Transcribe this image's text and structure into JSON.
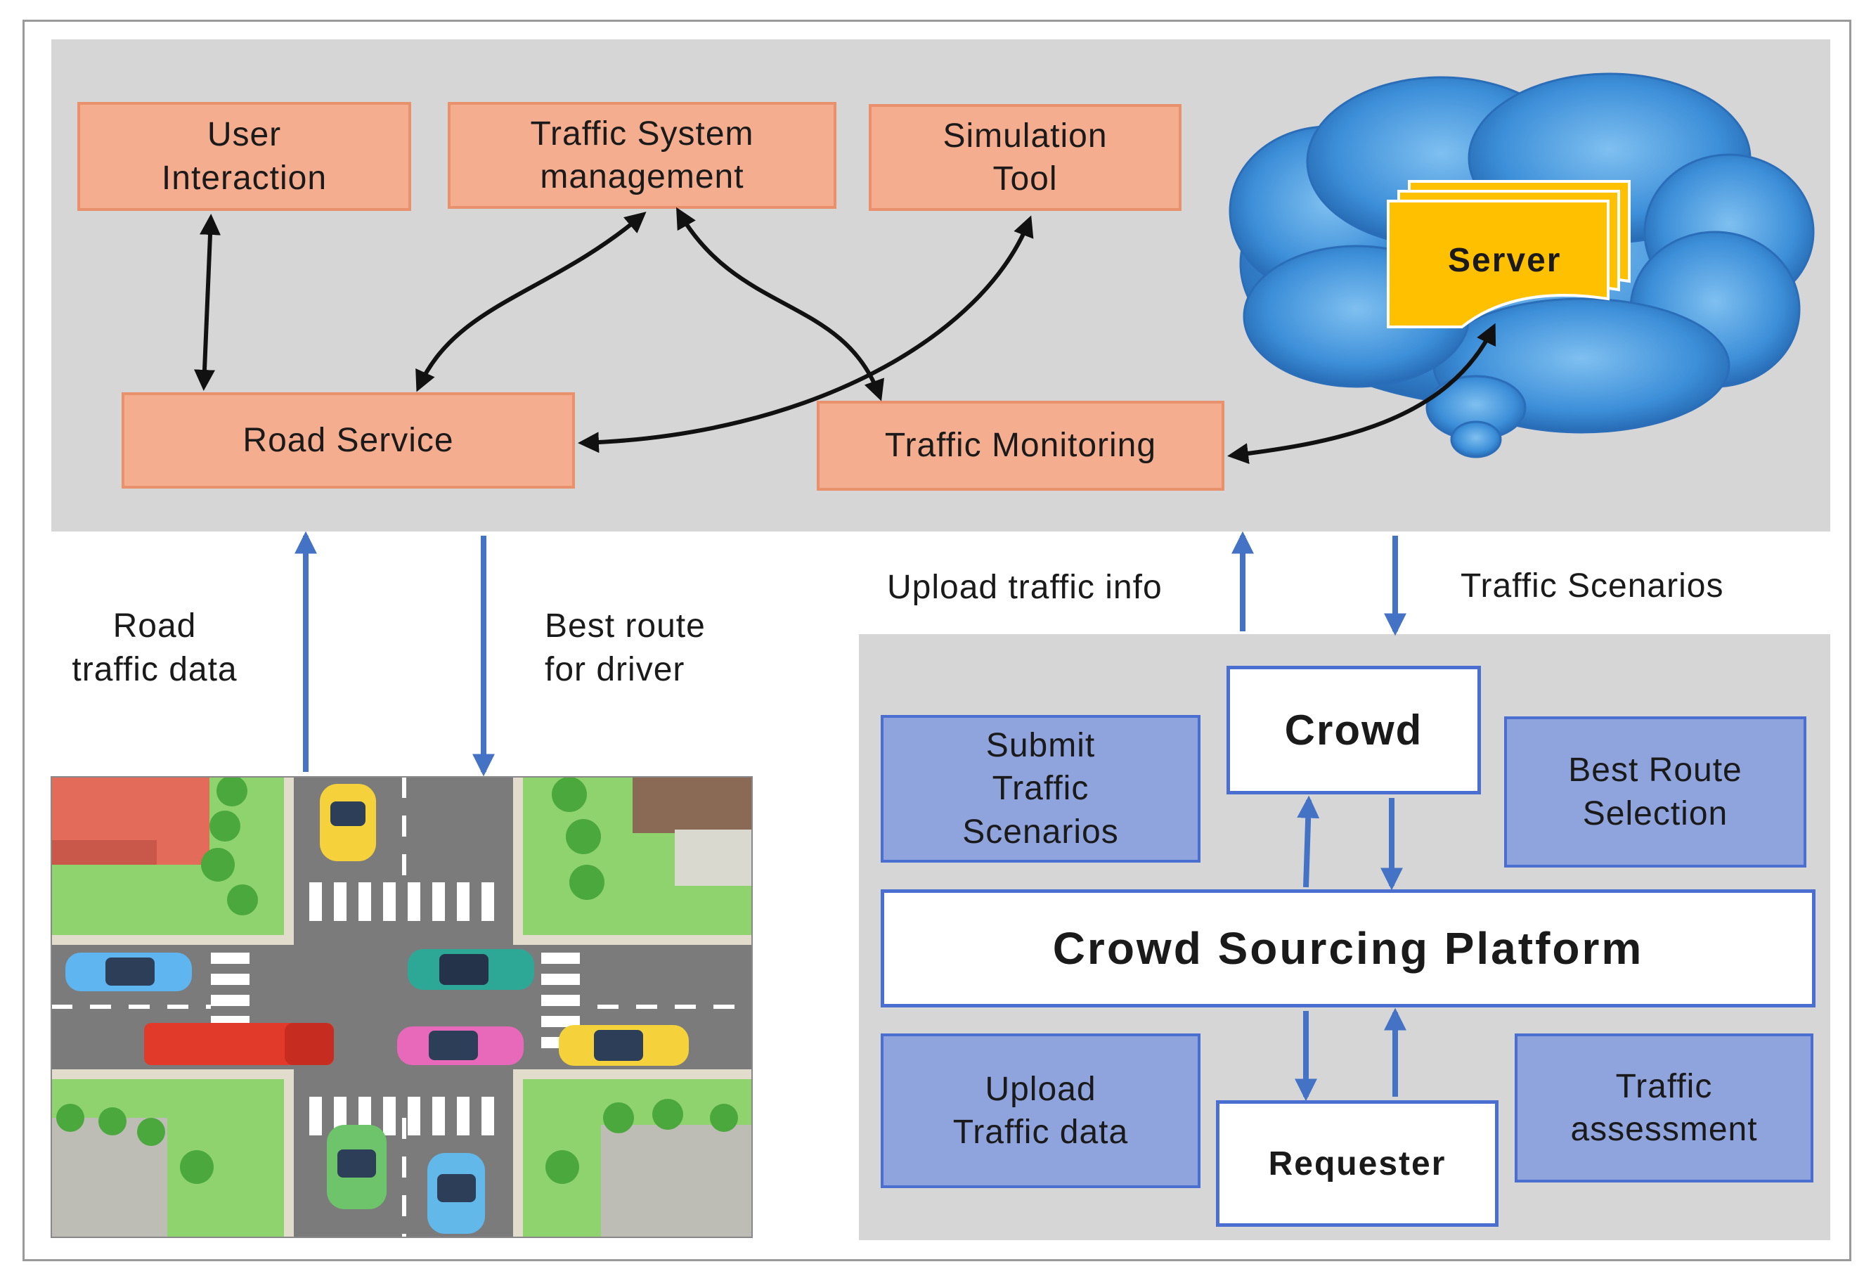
{
  "top_modules": {
    "user_interaction": "User\nInteraction",
    "traffic_system_management": "Traffic System\nmanagement",
    "simulation_tool": "Simulation\nTool",
    "road_service": "Road Service",
    "traffic_monitoring": "Traffic Monitoring",
    "server": "Server"
  },
  "flow_labels": {
    "road_traffic_data": "Road\ntraffic data",
    "best_route_for_driver": "Best route\nfor driver",
    "upload_traffic_info": "Upload traffic info",
    "traffic_scenarios": "Traffic Scenarios"
  },
  "crowd_panel": {
    "submit_traffic_scenarios": "Submit\nTraffic\nScenarios",
    "crowd": "Crowd",
    "best_route_selection": "Best Route\nSelection",
    "platform": "Crowd Sourcing Platform",
    "upload_traffic_data": "Upload\nTraffic data",
    "requester": "Requester",
    "traffic_assessment": "Traffic\nassessment"
  },
  "colors": {
    "panel_gray": "#d6d6d6",
    "module_orange": "#f5ad8f",
    "module_border": "#e8916c",
    "crowd_blue": "#8fa3dc",
    "flow_arrow_blue": "#4472c4",
    "cloud_blue": "#2f80d0",
    "server_yellow": "#ffc000"
  },
  "icons": [
    "intersection-illustration",
    "cloud-icon",
    "server-stack-icon"
  ]
}
